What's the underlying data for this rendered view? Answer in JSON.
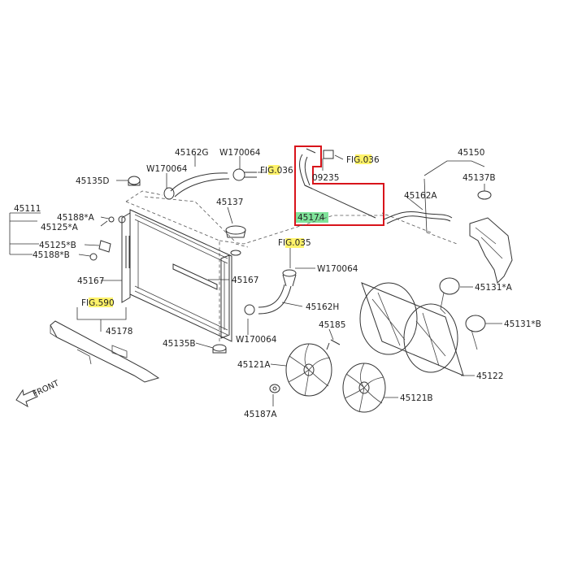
{
  "labels": {
    "p45162g": "45162G",
    "w170064_top": "W170064",
    "w170064_left": "W170064",
    "fig036_top": "FIG.036",
    "p45135d": "45135D",
    "p45137": "45137",
    "p45111": "45111",
    "p45188a": "45188*A",
    "p45125a": "45125*A",
    "p45125b": "45125*B",
    "p45188b": "45188*B",
    "p45167_left": "45167",
    "p45167_right": "45167",
    "fig035": "FIG.035",
    "w170064_mid": "W170064",
    "p45162h": "45162H",
    "w170064_low": "W170064",
    "p45135b": "45135B",
    "fig590": "FIG.590",
    "p45178": "45178",
    "front": "FRONT",
    "fig036_box": "FIG.036",
    "p09235": "09235",
    "p45174": "45174",
    "p45162a": "45162A",
    "p45150": "45150",
    "p45137b": "45137B",
    "p45131a": "45131*A",
    "p45131b": "45131*B",
    "p45185": "45185",
    "p45121a": "45121A",
    "p45121b": "45121B",
    "p45122": "45122",
    "p45187a": "45187A"
  },
  "colors": {
    "highlight_yellow": "#fff36a",
    "highlight_green": "#7fe39a",
    "callout_box": "#d8141b",
    "line": "#333333"
  }
}
